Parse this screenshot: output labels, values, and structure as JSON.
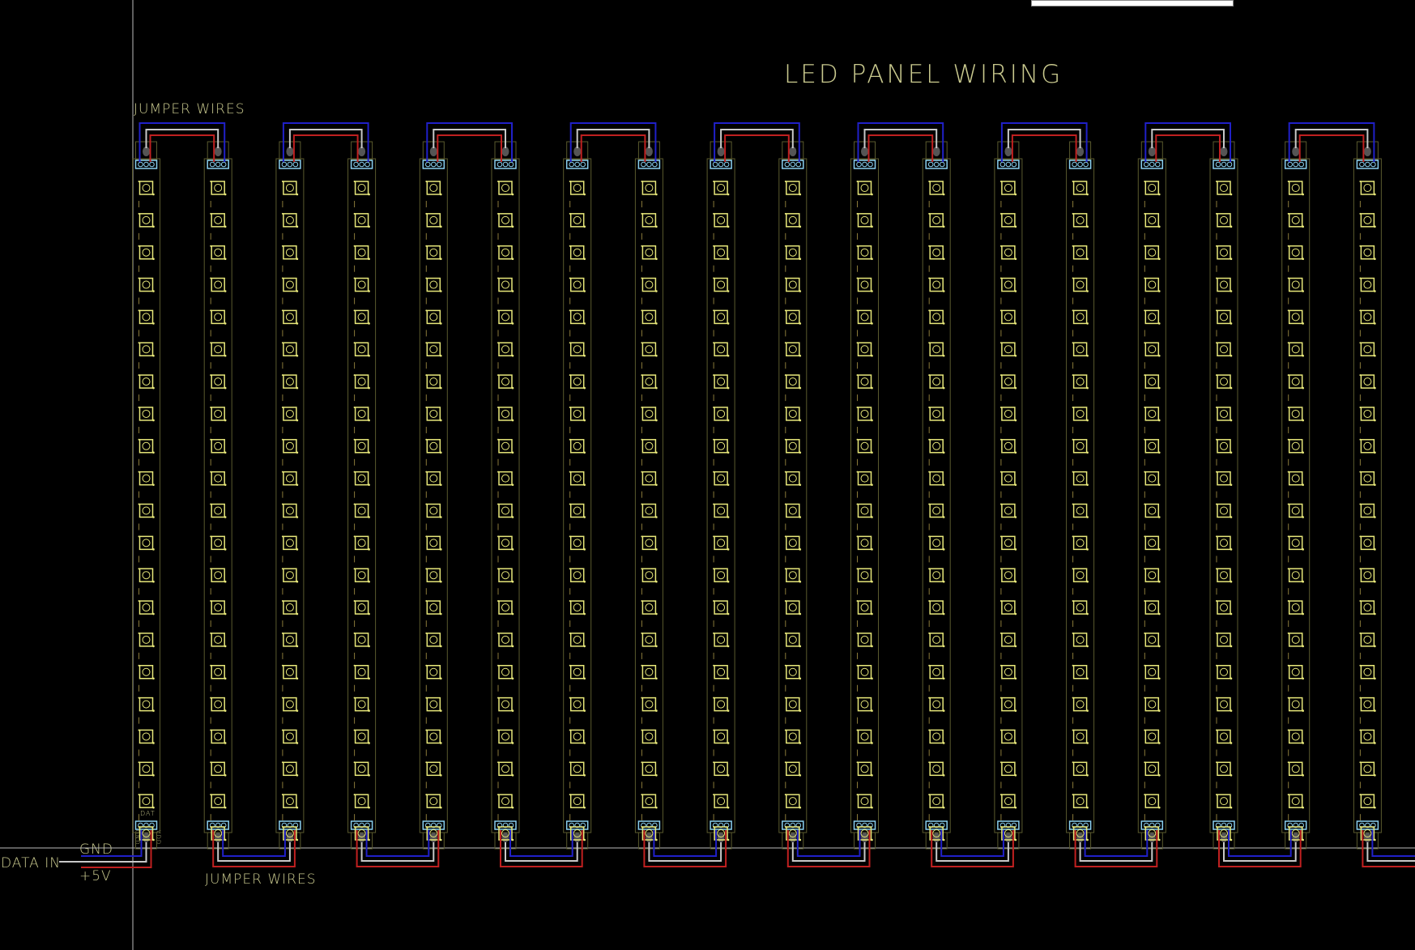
{
  "title": "LED PANEL WIRING",
  "labels": {
    "jumper_top": "JUMPER WIRES",
    "jumper_bottom": "JUMPER WIRES",
    "gnd": "GND",
    "data_in": "DATA IN",
    "vcc": "+5V",
    "pin_dat": "DAT",
    "pin_gnd": "GND",
    "pin_vdd": "VDD"
  },
  "colors": {
    "background": "#000000",
    "text": "#c9c98e",
    "strip_outline": "#5a5a2e",
    "led": "#e8e87a",
    "connector": "#8ad0f0",
    "wire_gnd": "#2020c8",
    "wire_data": "#c8c8c8",
    "wire_vcc": "#c02020",
    "guide_line": "#bbbbbb"
  }
}
